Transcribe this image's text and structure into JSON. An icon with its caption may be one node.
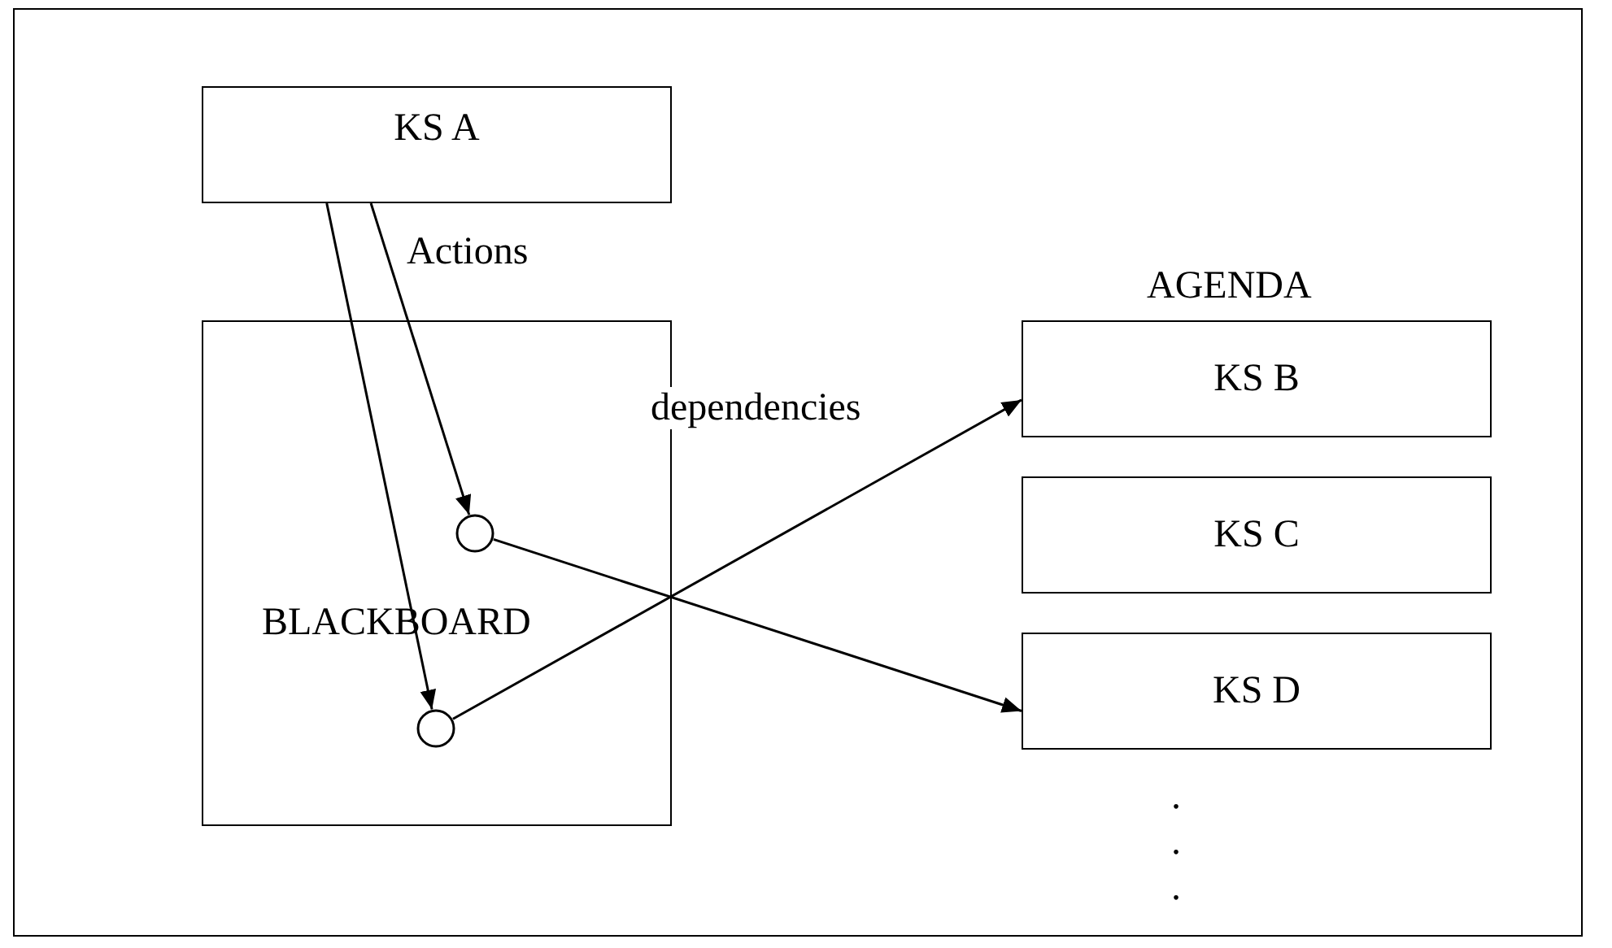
{
  "diagram": {
    "nodes": [
      {
        "text": [
          "KS A"
        ]
      },
      {
        "text": [
          "BLACKBOARD"
        ]
      },
      {
        "text": [],
        "shape": "circle",
        "in": 1
      },
      {
        "text": [],
        "shape": "circle",
        "in": 1
      },
      {
        "text": [
          "KS B"
        ],
        "beside": [
          "AGENDA"
        ]
      },
      {
        "text": [
          "KS C"
        ]
      },
      {
        "text": [
          "KS D"
        ]
      }
    ],
    "edges": [
      {
        "from": 0,
        "to": 3,
        "arrow": "to"
      },
      {
        "from": 0,
        "to": 2,
        "arrow": "to",
        "label": "Actions"
      },
      {
        "from": 2,
        "to": 6,
        "arrow": "to"
      },
      {
        "from": 3,
        "to": 4,
        "arrow": "to",
        "label": "dependencies"
      }
    ],
    "labels": [
      ".",
      ".",
      "."
    ]
  }
}
